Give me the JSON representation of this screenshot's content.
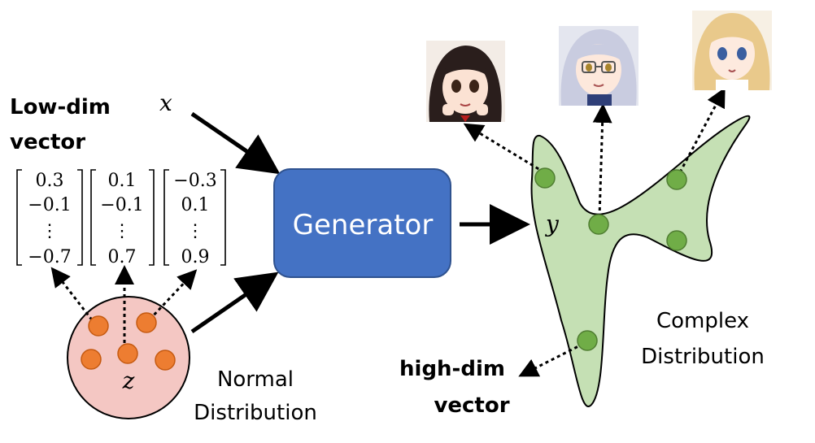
{
  "left": {
    "title_line1": "Low-dim",
    "title_line2": "vector",
    "x_symbol": "x",
    "z_symbol": "z",
    "vectors": [
      {
        "top": "0.3",
        "second": "−0.1",
        "dots": "⋮",
        "bottom": "−0.7"
      },
      {
        "top": "0.1",
        "second": "−0.1",
        "dots": "⋮",
        "bottom": "0.7"
      },
      {
        "top": "−0.3",
        "second": "0.1",
        "dots": "⋮",
        "bottom": "0.9"
      }
    ],
    "normal_line1": "Normal",
    "normal_line2": "Distribution"
  },
  "generator": {
    "label": "Generator"
  },
  "right": {
    "y_symbol": "y",
    "complex_line1": "Complex",
    "complex_line2": "Distribution",
    "high_line1": "high-dim",
    "high_line2": "vector",
    "images": [
      "anime-girl-dark-hair-icon",
      "anime-girl-glasses-icon",
      "anime-girl-blonde-icon"
    ]
  },
  "colors": {
    "generator_fill": "#4472c4",
    "generator_stroke": "#2f528f",
    "normal_fill": "#f4c7c3",
    "orange_dot": "#ed7d31",
    "green_fill": "#c5e0b4",
    "green_dot": "#70ad47",
    "arrow": "#000000"
  }
}
